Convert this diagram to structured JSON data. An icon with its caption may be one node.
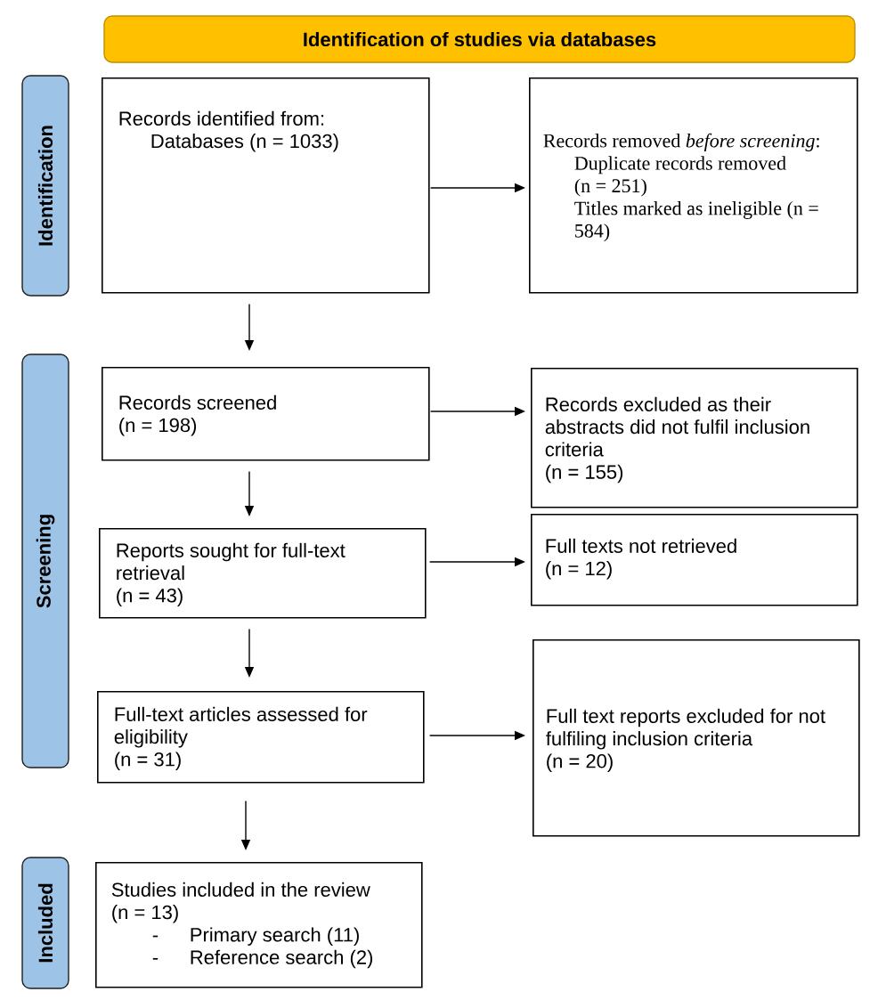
{
  "diagram": {
    "nodes": [
      {
        "text": [
          "Identification of studies via databases"
        ]
      },
      {
        "text": [
          "Identification"
        ]
      },
      {
        "text": [
          "Screening"
        ]
      },
      {
        "text": [
          "Included"
        ]
      },
      {
        "text": [
          "Records identified from:",
          "Databases (n = 1033)"
        ]
      },
      {
        "text": [
          "Records removed *before screening*:",
          "Duplicate records removed",
          "(n = 251)",
          "Titles marked as ineligible (n = 584)"
        ]
      },
      {
        "text": [
          "Records screened",
          "(n = 198)"
        ]
      },
      {
        "text": [
          "Records excluded as their abstracts did not fulfil inclusion criteria",
          "(n = 155)"
        ]
      },
      {
        "text": [
          "Reports sought for full-text retrieval",
          "(n = 43)"
        ]
      },
      {
        "text": [
          "Full texts not retrieved",
          "(n = 12)"
        ]
      },
      {
        "text": [
          "Full-text articles assessed for eligibility",
          "(n = 31)"
        ]
      },
      {
        "text": [
          "Full text reports excluded for not fulfiling inclusion criteria",
          "(n = 20)"
        ]
      },
      {
        "text": [
          "Studies included in the review",
          "(n = 13)",
          "-",
          "Primary search (11)",
          "-",
          "Reference search (2)"
        ]
      }
    ],
    "edges": [
      {
        "from": 4,
        "to": 5,
        "arrow": "to"
      },
      {
        "from": 4,
        "to": 6,
        "arrow": "to"
      },
      {
        "from": 6,
        "to": 7,
        "arrow": "to"
      },
      {
        "from": 6,
        "to": 8,
        "arrow": "to"
      },
      {
        "from": 8,
        "to": 9,
        "arrow": "to"
      },
      {
        "from": 8,
        "to": 10,
        "arrow": "to"
      },
      {
        "from": 10,
        "to": 11,
        "arrow": "to"
      },
      {
        "from": 10,
        "to": 12,
        "arrow": "to"
      }
    ]
  }
}
